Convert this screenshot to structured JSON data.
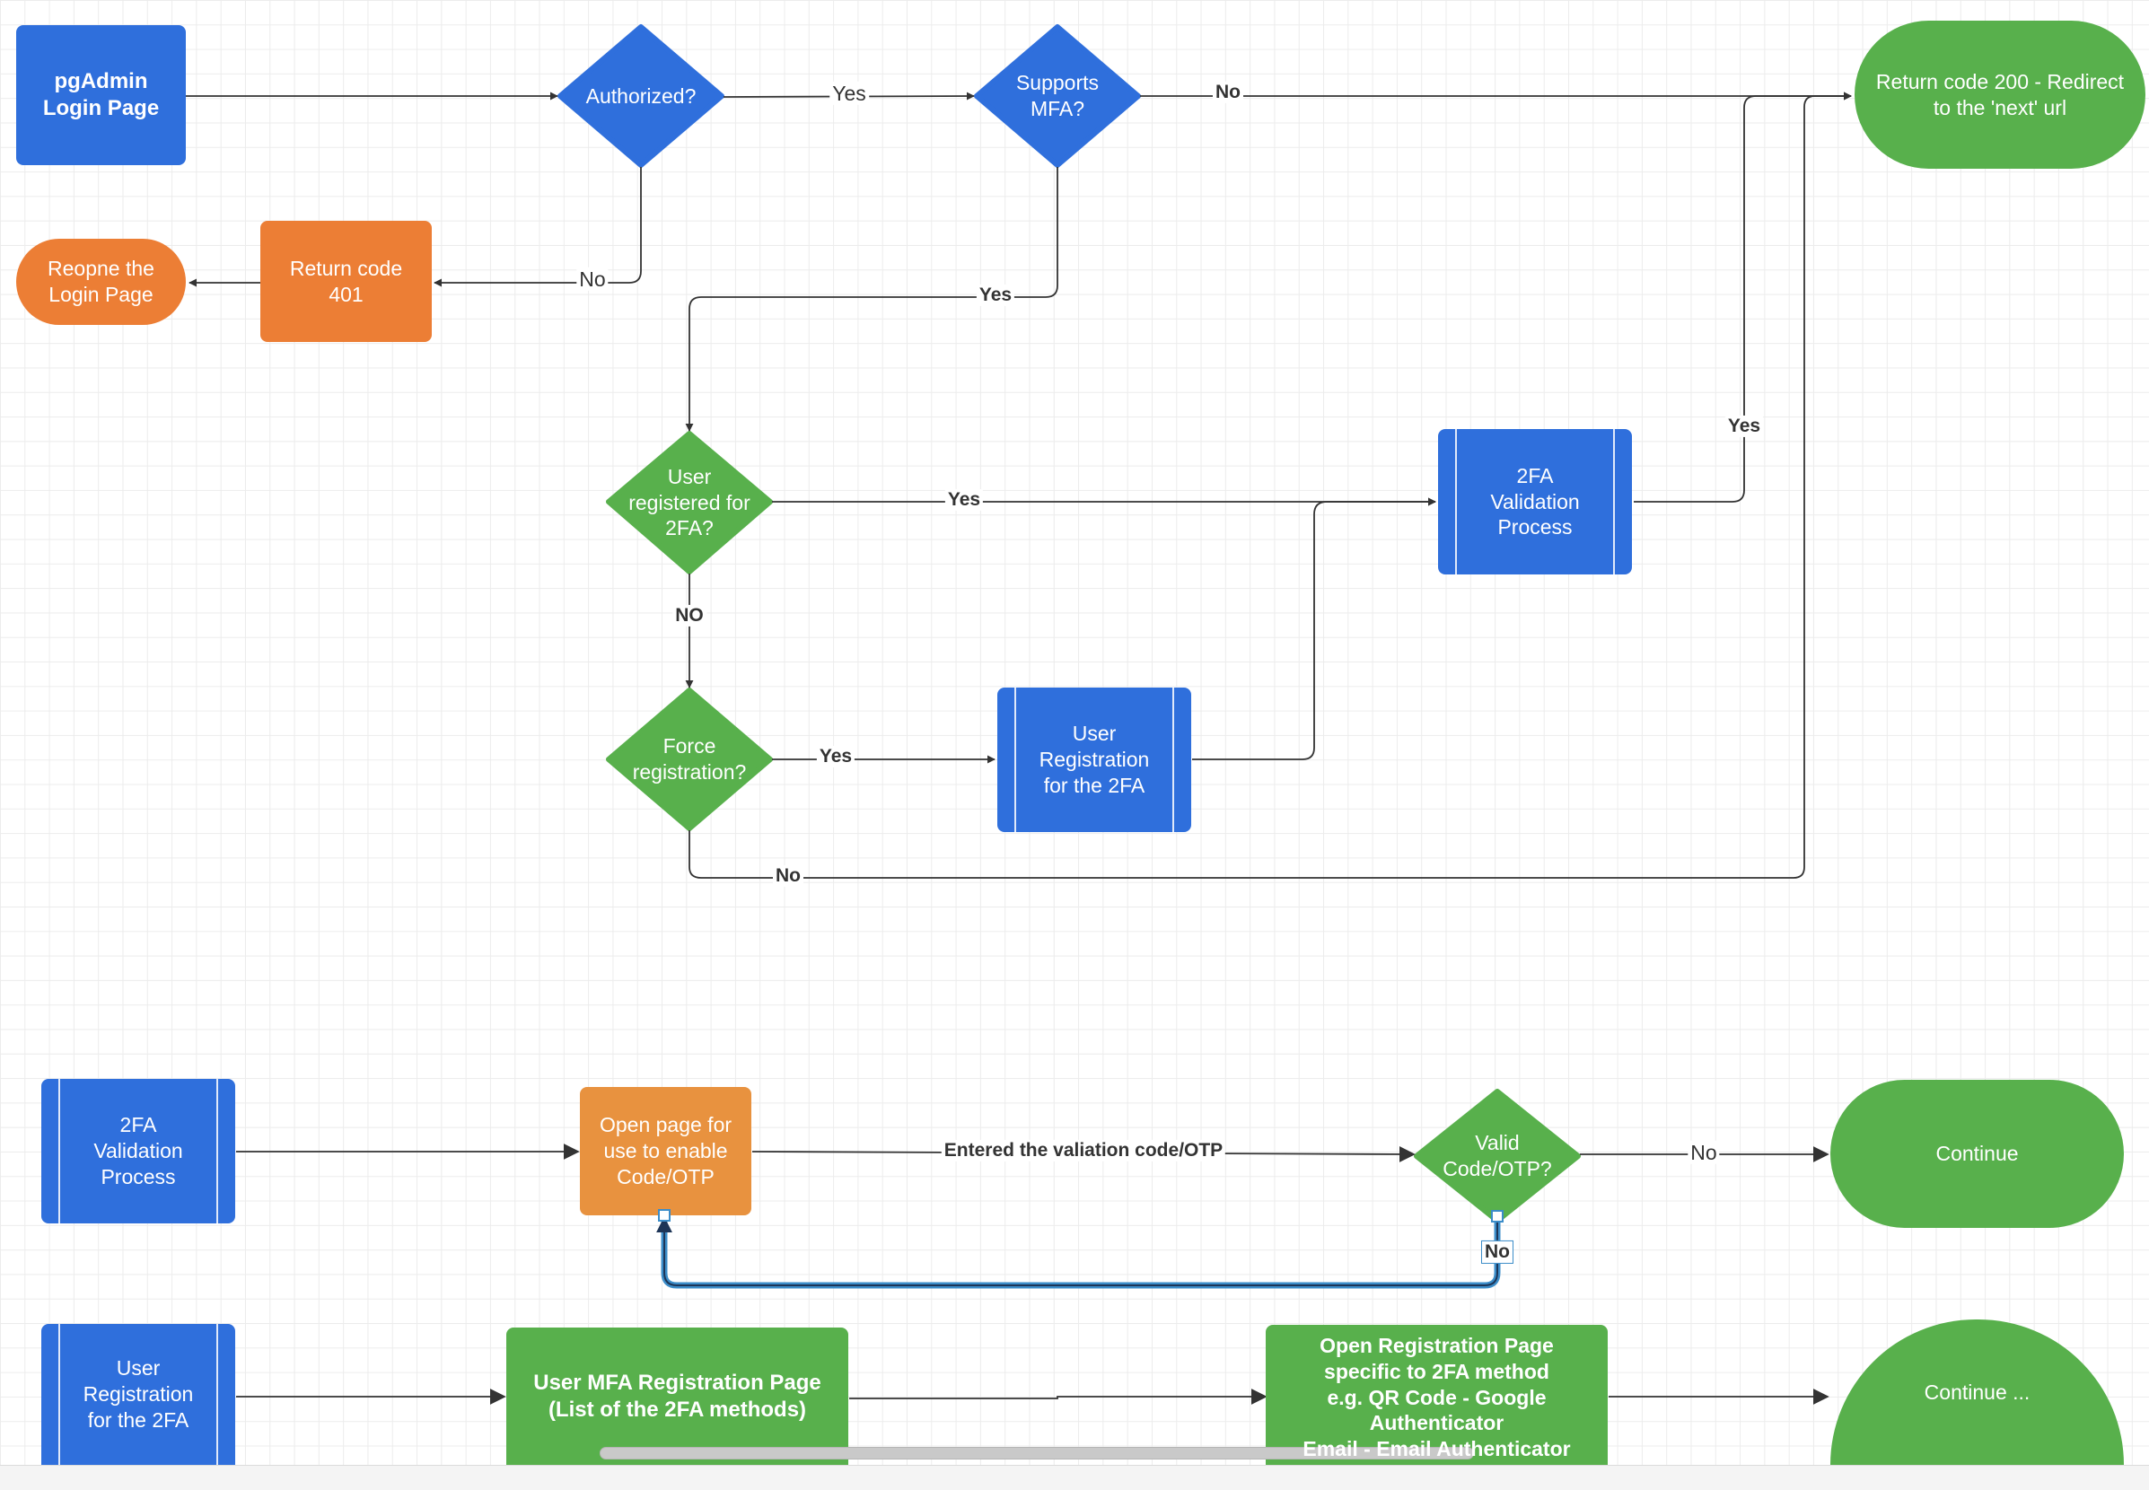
{
  "nodes": {
    "login_page": "pgAdmin\nLogin Page",
    "authorized": "Authorized?",
    "supports_mfa": "Supports\nMFA?",
    "return_200": "Return code 200 - Redirect\nto the 'next' url",
    "reopen_login": "Reopne the\nLogin Page",
    "return_401": "Return code\n401",
    "user_registered": "User\nregistered for\n2FA?",
    "validation_process_top": "2FA\nValidation\nProcess",
    "force_registration": "Force\nregistration?",
    "user_registration_top": "User\nRegistration\nfor the 2FA",
    "validation_process_bottom": "2FA\nValidation\nProcess",
    "open_page_code": "Open page for\nuse to enable\nCode/OTP",
    "valid_code": "Valid\nCode/OTP?",
    "continue_1": "Continue",
    "user_registration_bottom": "User\nRegistration\nfor the 2FA",
    "mfa_registration_page": "User MFA Registration Page\n(List of the 2FA methods)",
    "open_registration_specific": "Open Registration Page\nspecific to 2FA method\ne.g. QR Code - Google\nAuthenticator\nEmail - Email Authenticator",
    "continue_2": "Continue ..."
  },
  "labels": {
    "authorized_yes": "Yes",
    "authorized_no": "No",
    "mfa_no": "No",
    "mfa_yes": "Yes",
    "registered_yes": "Yes",
    "registered_no": "NO",
    "force_yes": "Yes",
    "force_no": "No",
    "validation_yes": "Yes",
    "entered_code": "Entered the valiation code/OTP",
    "valid_no_right": "No",
    "valid_no_loop": "No"
  },
  "colors": {
    "blue": "#2f6fdc",
    "green": "#58b04c",
    "orange": "#ec7e35",
    "connector": "#333333",
    "selected_connector": "#3c8dc9"
  }
}
